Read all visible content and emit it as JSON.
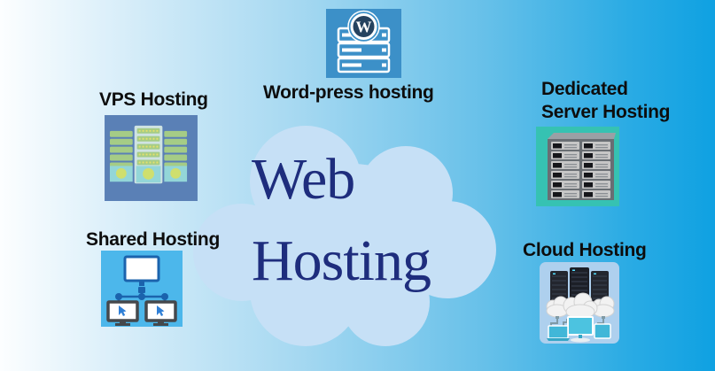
{
  "center": {
    "title_line1": "Web",
    "title_line2": "Hosting"
  },
  "nodes": {
    "vps": {
      "label": "VPS Hosting",
      "icon": "vps-servers-icon"
    },
    "wordpress": {
      "label": "Word-press hosting",
      "icon": "wordpress-server-icon"
    },
    "dedicated": {
      "label_line1": "Dedicated",
      "label_line2": "Server Hosting",
      "icon": "dedicated-rack-icon"
    },
    "shared": {
      "label": "Shared Hosting",
      "icon": "shared-network-icon"
    },
    "cloud": {
      "label": "Cloud Hosting",
      "icon": "cloud-hosting-icon"
    }
  },
  "colors": {
    "bg-left": "#fcfeff",
    "bg-right": "#0fa1e2",
    "cloud-fill": "#c6e0f6",
    "title-text": "#1e2d7d",
    "label-text": "#0d0d0d",
    "vps-bg": "#5a80b6",
    "wordpress-bg": "#3c90c8",
    "dedicated-bg": "#36c2b2",
    "shared-bg": "#4cb7eb",
    "cloudicon-bg": "#aed0ee"
  }
}
